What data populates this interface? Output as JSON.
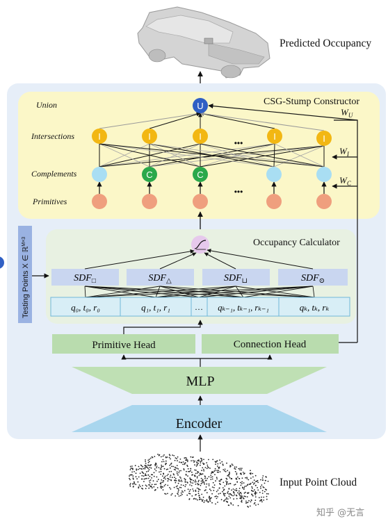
{
  "labels": {
    "predicted_occupancy": "Predicted Occupancy",
    "input_point_cloud": "Input Point Cloud",
    "csg_constructor": "CSG-Stump Constructor",
    "occupancy_calculator": "Occupancy Calculator",
    "union": "Union",
    "intersections": "Intersections",
    "complements": "Complements",
    "primitives": "Primitives",
    "w_u": "W",
    "w_u_sub": "U",
    "w_i": "W",
    "w_i_sub": "I",
    "w_c": "W",
    "w_c_sub": "C",
    "testing_points": "Testing Points X ∈ ℝ",
    "testing_points_sup": "M×3",
    "primitive_head": "Primitive Head",
    "connection_head": "Connection Head",
    "mlp": "MLP",
    "encoder": "Encoder",
    "watermark": "知乎 @无言"
  },
  "nodes": {
    "union_letter": "U",
    "intersection_letter": "I",
    "complement_letter": "C",
    "ellipsis": "•••"
  },
  "sdf": [
    {
      "base": "SDF",
      "sub": "□"
    },
    {
      "base": "SDF",
      "sub": "△"
    },
    {
      "base": "SDF",
      "sub": "⊔"
    },
    {
      "base": "SDF",
      "sub": "⊙"
    }
  ],
  "params": [
    "q₀, t₀, r₀",
    "q₁, t₁, r₁",
    "…",
    "qₖ₋₁, tₖ₋₁, rₖ₋₁",
    "qₖ, tₖ, rₖ"
  ],
  "colors": {
    "outer_panel": "#e6eef8",
    "yellow_panel": "#fbf7c8",
    "green_panel": "#e8f1e2",
    "union_node": "#2f5fc4",
    "intersection_node": "#f2b713",
    "complement_green": "#2aa84a",
    "complement_blue": "#a9def3",
    "primitive_node": "#ef9f7e",
    "sigmoid_node": "#e6c9ec",
    "sdf_box": "#c9d6f0",
    "param_box": "#d8eef6",
    "head_box": "#b9dcae",
    "mlp": "#bfe0b4",
    "encoder": "#a9d6ee"
  }
}
